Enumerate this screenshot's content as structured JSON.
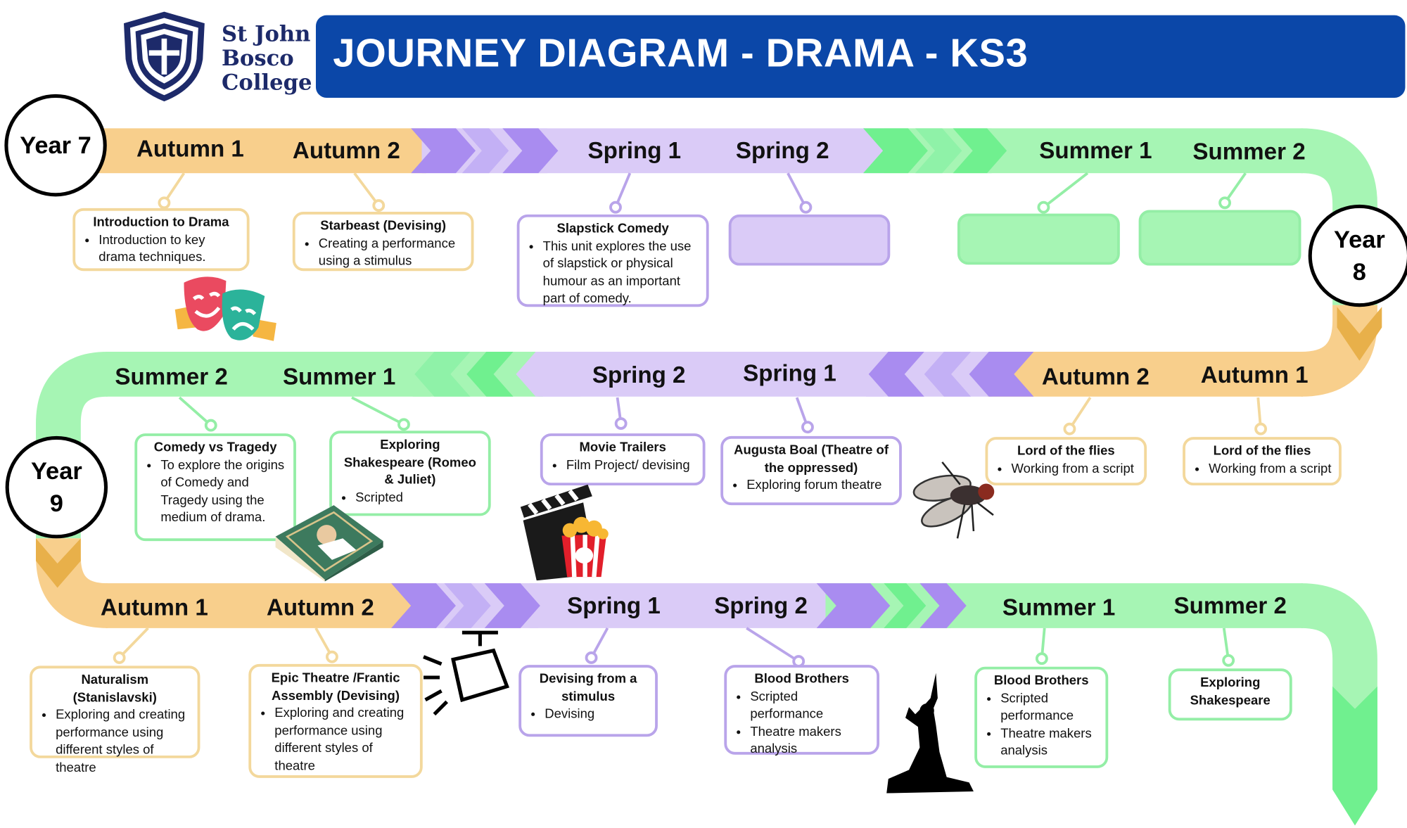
{
  "header": {
    "school_name_lines": [
      "St John",
      "Bosco",
      "College"
    ],
    "title": "JOURNEY DIAGRAM - DRAMA - KS3"
  },
  "colors": {
    "banner": "#0b47a8",
    "autumn": "#f8cf8c",
    "spring": "#dacbf7",
    "spring_chevron": "#a98cf0",
    "summer": "#a6f5b4",
    "summer_chevron": "#70f08f",
    "autumn_border": "#f3d89c",
    "spring_border": "#b9a4ea",
    "summer_border": "#94eea6"
  },
  "years": [
    {
      "label_line1": "Year",
      "label_line2": "7"
    },
    {
      "label_line1": "Year",
      "label_line2": "8"
    },
    {
      "label_line1": "Year",
      "label_line2": "9"
    }
  ],
  "rows": [
    {
      "seasons": [
        "Autumn 1",
        "Autumn 2",
        "Spring 1",
        "Spring 2",
        "Summer 1",
        "Summer 2"
      ],
      "units": [
        {
          "term": "autumn",
          "title": "Introduction to Drama",
          "bullets": [
            "Introduction to key drama techniques."
          ]
        },
        {
          "term": "autumn",
          "title": "Starbeast (Devising)",
          "bullets": [
            "Creating a performance using a stimulus"
          ]
        },
        {
          "term": "spring",
          "title": "Slapstick Comedy",
          "bullets": [
            "This unit explores the use of slapstick or physical humour as an important part of comedy."
          ]
        },
        {
          "term": "spring",
          "title": "",
          "bullets": [],
          "filled": true
        },
        {
          "term": "summer",
          "title": "",
          "bullets": [],
          "filled": true
        },
        {
          "term": "summer",
          "title": "",
          "bullets": [],
          "filled": true
        }
      ]
    },
    {
      "seasons": [
        "Summer 2",
        "Summer 1",
        "Spring 2",
        "Spring 1",
        "Autumn 2",
        "Autumn 1"
      ],
      "units": [
        {
          "term": "summer",
          "title": "Comedy vs Tragedy",
          "bullets": [
            "To explore the origins of Comedy and Tragedy using the medium of drama."
          ]
        },
        {
          "term": "summer",
          "title": "Exploring Shakespeare (Romeo & Juliet)",
          "bullets": [
            "Scripted"
          ]
        },
        {
          "term": "spring",
          "title": "Movie Trailers",
          "bullets": [
            "Film Project/ devising"
          ]
        },
        {
          "term": "spring",
          "title": "Augusta Boal (Theatre of the oppressed)",
          "bullets": [
            "Exploring forum theatre"
          ]
        },
        {
          "term": "autumn",
          "title": "Lord of the flies",
          "bullets": [
            "Working from a script"
          ]
        },
        {
          "term": "autumn",
          "title": "Lord of the flies",
          "bullets": [
            "Working from a script"
          ]
        }
      ]
    },
    {
      "seasons": [
        "Autumn 1",
        "Autumn 2",
        "Spring 1",
        "Spring 2",
        "Summer 1",
        "Summer 2"
      ],
      "units": [
        {
          "term": "autumn",
          "title": "Naturalism (Stanislavski)",
          "bullets": [
            "Exploring and creating performance using different styles of theatre"
          ]
        },
        {
          "term": "autumn",
          "title": "Epic Theatre /Frantic Assembly (Devising)",
          "bullets": [
            "Exploring and creating performance using different styles of theatre"
          ]
        },
        {
          "term": "spring",
          "title": "Devising from a stimulus",
          "bullets": [
            "Devising"
          ]
        },
        {
          "term": "spring",
          "title": "Blood Brothers",
          "bullets": [
            "Scripted performance",
            "Theatre makers analysis"
          ]
        },
        {
          "term": "summer",
          "title": "Blood Brothers",
          "bullets": [
            "Scripted performance",
            "Theatre makers analysis"
          ]
        },
        {
          "term": "summer",
          "title": "Exploring Shakespeare",
          "bullets": []
        }
      ]
    }
  ],
  "illustrations": [
    "theatre-masks",
    "shakespeare-book",
    "clapperboard-popcorn",
    "fly",
    "spotlight",
    "dancer-silhouette"
  ]
}
